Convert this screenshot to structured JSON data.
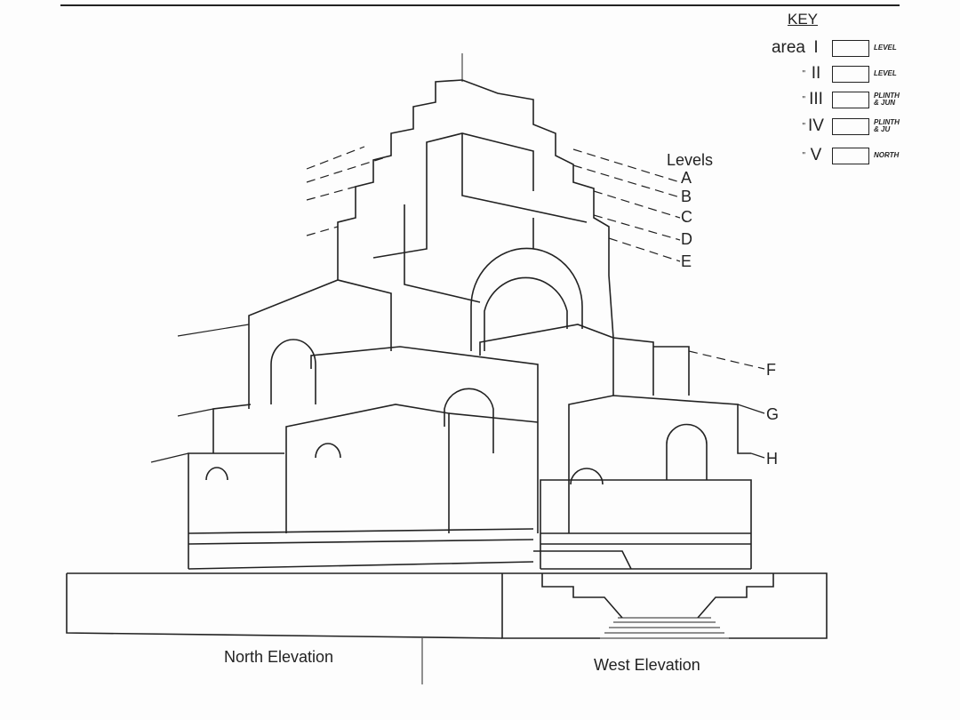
{
  "key": {
    "title": "KEY",
    "rows": [
      {
        "prefix": "area",
        "numeral": "I",
        "desc": "LEVEL"
      },
      {
        "prefix": "\"",
        "numeral": "II",
        "desc": "LEVEL"
      },
      {
        "prefix": "\"",
        "numeral": "III",
        "desc": "PLINTH & JUN"
      },
      {
        "prefix": "\"",
        "numeral": "IV",
        "desc": "PLINTH & JU"
      },
      {
        "prefix": "\"",
        "numeral": "V",
        "desc": "NORTH"
      }
    ]
  },
  "levels": {
    "title": "Levels",
    "labels": [
      "A",
      "B",
      "C",
      "D",
      "E",
      "F",
      "G",
      "H"
    ]
  },
  "captions": {
    "north": "North Elevation",
    "west": "West Elevation"
  }
}
